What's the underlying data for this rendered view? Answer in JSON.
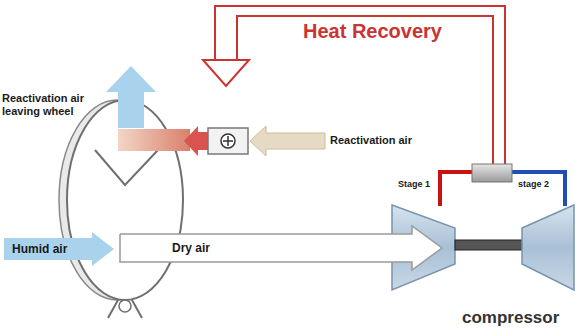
{
  "diagram": {
    "nodes": [
      {
        "text": [
          "Humid air"
        ]
      },
      {
        "text": [
          "Dry air"
        ]
      }
    ],
    "labels": [
      "Heat Recovery",
      "Reactivation air leaving wheel",
      "Reactivation air",
      "Stage 1",
      "stage 2",
      "compressor"
    ]
  }
}
